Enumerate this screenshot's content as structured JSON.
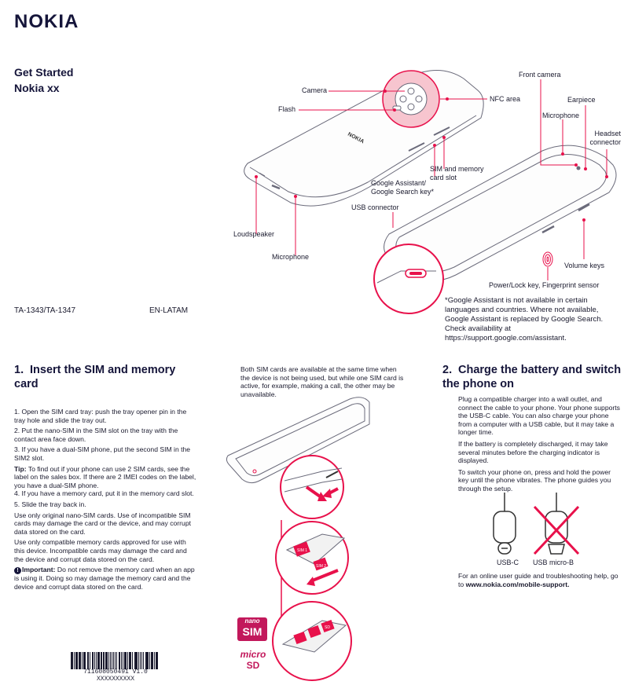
{
  "header": {
    "logo": "NOKIA",
    "title_line1": "Get Started",
    "title_line2": "Nokia xx"
  },
  "callouts": {
    "camera": "Camera",
    "flash": "Flash",
    "nfc_area": "NFC area",
    "front_camera": "Front camera",
    "earpiece": "Earpiece",
    "microphone_top": "Microphone",
    "headset_line1": "Headset",
    "headset_line2": "connector",
    "sim_slot_line1": "SIM and memory",
    "sim_slot_line2": "card slot",
    "assistant_line1": "Google Assistant/",
    "assistant_line2": "Google Search key*",
    "usb_connector": "USB connector",
    "loudspeaker": "Loudspeaker",
    "microphone_bottom": "Microphone",
    "volume_keys": "Volume keys",
    "power_key": "Power/Lock key, Fingerprint sensor",
    "back_logo": "NOKIA"
  },
  "model_codes": "TA-1343/TA-1347",
  "region": "EN-LATAM",
  "assistant_note": "*Google Assistant is not available in certain languages and countries. Where not available, Google Assistant is replaced by Google Search. Check availability at https://support.google.com/assistant.",
  "section1": {
    "number": "1.",
    "title": "Insert the SIM and memory card",
    "step1": "1. Open the SIM card tray: push the tray opener pin in the tray hole and slide the tray out.",
    "step2": "2. Put the nano-SIM in the SIM slot on the tray with the contact area face down.",
    "step3": "3. If you have a dual-SIM phone, put the second SIM in the SIM2 slot.",
    "tip_label": "Tip:",
    "tip_text": " To find out if your phone can use 2 SIM cards, see the label on the sales box. If there are 2 IMEI codes on the label, you have a dual-SIM phone.",
    "step4": "4. If you have a memory card, put it in the memory card slot.",
    "step5": "5. Slide the tray back in.",
    "warning1": "Use only original nano-SIM cards. Use of incompatible SIM cards may damage the card or the device, and may corrupt data stored on the card.",
    "warning2": "Use only compatible memory cards approved for use with this device. Incompatible cards may damage the card and the device and corrupt data stored on the card.",
    "important_icon": "!",
    "important_label": "Important:",
    "important_text": " Do not remove the memory card when an app is using it. Doing so may damage the memory card and the device and corrupt data stored on the card."
  },
  "dual_sim_note": "Both SIM cards are available at the same time when the device is not being used, but while one SIM card is active, for example, making a call, the other may be unavailable.",
  "sim_badges": {
    "nano_top": "nano",
    "nano_bottom": "SIM",
    "micro_top": "micro",
    "micro_bottom": "SD",
    "tray_sim1": "SIM 1",
    "tray_sim2": "SIM 2",
    "tray_sd": "SD"
  },
  "section2": {
    "number": "2.",
    "title": "Charge the battery and switch the phone on",
    "p1": "Plug a compatible charger into a wall outlet, and connect the cable to your phone. Your phone supports the USB-C cable. You can also charge your phone from a computer with a USB cable, but it may take a longer time.",
    "p2": "If the battery is completely discharged, it may take several minutes before the charging indicator is displayed.",
    "p3": "To switch your phone on, press and hold the power key until the phone vibrates. The phone guides you through the setup.",
    "usb_c_label": "USB-C",
    "usb_micro_label": "USB micro-B",
    "support_text": "For an online user guide and troubleshooting help, go to ",
    "support_link": "www.nokia.com/mobile-support."
  },
  "barcode": {
    "code": "711608050491 V1.0",
    "sub": "XXXXXXXXXX"
  },
  "colors": {
    "accent": "#e8114b",
    "text": "#1a1a2e",
    "brand": "#15153a"
  }
}
